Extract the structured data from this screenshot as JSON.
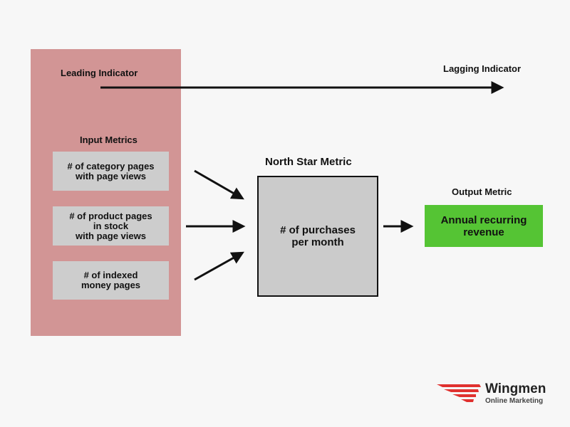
{
  "diagram": {
    "leading_indicator": "Leading Indicator",
    "lagging_indicator": "Lagging Indicator",
    "input_metrics_title": "Input Metrics",
    "input_metrics": [
      "# of category pages\nwith page views",
      "# of product pages\nin stock\nwith page views",
      "# of indexed\nmoney pages"
    ],
    "north_star_title": "North Star Metric",
    "north_star_metric": "# of purchases\nper month",
    "output_metric_title": "Output Metric",
    "output_metric": "Annual recurring\nrevenue"
  },
  "colors": {
    "input_panel": "#d29595",
    "metric_box": "#cdcdcd",
    "north_star_box": "#cbcbcb",
    "output_box": "#55c434",
    "arrow": "#111111",
    "logo_red": "#e0312f"
  },
  "logo": {
    "name": "Wingmen",
    "tagline": "Online Marketing"
  }
}
